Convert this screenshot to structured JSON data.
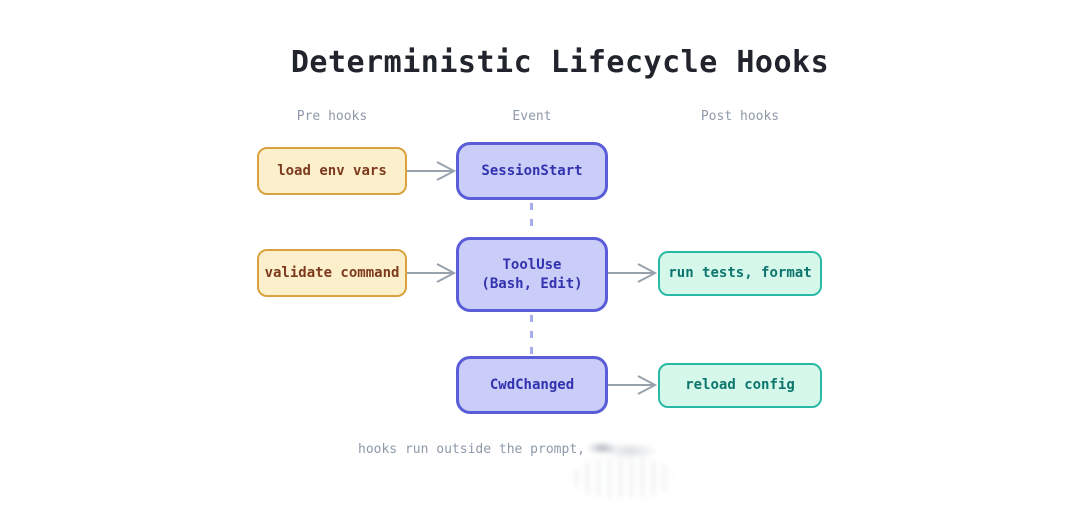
{
  "title": "Deterministic Lifecycle Hooks",
  "columns": {
    "pre": "Pre hooks",
    "event": "Event",
    "post": "Post hooks"
  },
  "nodes": {
    "load_env": {
      "label": "load env vars",
      "column": "pre"
    },
    "session_start": {
      "label": "SessionStart",
      "column": "event"
    },
    "validate_command": {
      "label": "validate command",
      "column": "pre"
    },
    "tool_use": {
      "label": "ToolUse",
      "sublabel": "(Bash, Edit)",
      "column": "event"
    },
    "run_tests": {
      "label": "run tests, format",
      "column": "post"
    },
    "cwd_changed": {
      "label": "CwdChanged",
      "column": "event"
    },
    "reload_config": {
      "label": "reload config",
      "column": "post"
    }
  },
  "edges": [
    {
      "from": "load env vars",
      "to": "SessionStart",
      "style": "solid-arrow"
    },
    {
      "from": "validate command",
      "to": "ToolUse (Bash, Edit)",
      "style": "solid-arrow"
    },
    {
      "from": "ToolUse (Bash, Edit)",
      "to": "run tests, format",
      "style": "solid-arrow"
    },
    {
      "from": "CwdChanged",
      "to": "reload config",
      "style": "solid-arrow"
    },
    {
      "from": "SessionStart",
      "to": "ToolUse (Bash, Edit)",
      "style": "dashed-line"
    },
    {
      "from": "ToolUse (Bash, Edit)",
      "to": "CwdChanged",
      "style": "dashed-line"
    }
  ],
  "caption": "hooks run outside the prompt,",
  "colors": {
    "title_text": "#21242c",
    "heading_gray": "#8e99aa",
    "pre_hook_fill": "#fcf0cc",
    "pre_hook_border": "#d8a23f",
    "pre_hook_text": "#7d3a1d",
    "event_fill": "#c9cdf7",
    "event_border": "#5a5cd8",
    "event_text": "#3232af",
    "post_hook_fill": "#d5f8eb",
    "post_hook_border": "#2bb9a7",
    "post_hook_text": "#0c756d",
    "arrow_gray": "#98a2ad",
    "dashed_connector": "#a6abef"
  }
}
